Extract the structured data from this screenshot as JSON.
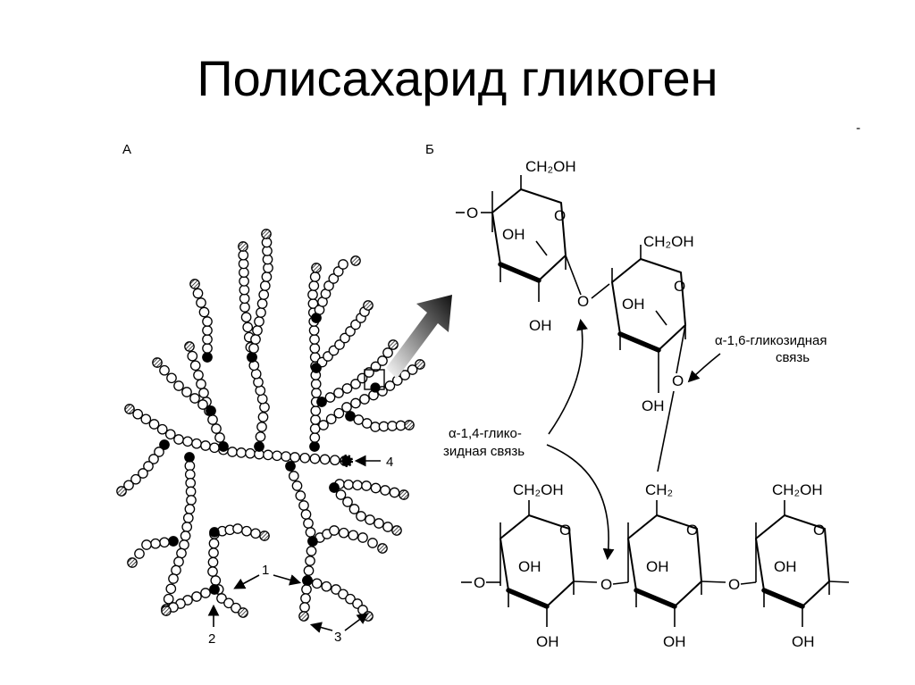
{
  "title": "Полисахарид гликоген",
  "panel_a": {
    "label": "А",
    "callouts": [
      "1",
      "2",
      "3",
      "4"
    ]
  },
  "panel_b": {
    "label": "Б",
    "groups": {
      "ch2oh": "CH₂OH",
      "ch2": "CH₂",
      "oh": "OH",
      "o": "O"
    },
    "bond_16_line1": "α-1,6-гликозидная",
    "bond_16_line2": "связь",
    "bond_14_line1": "α-1,4-глико-",
    "bond_14_line2": "зидная связь"
  },
  "colors": {
    "branch_point": "#000000",
    "bead": "#ffffff",
    "terminal": "#9a9a9a"
  }
}
